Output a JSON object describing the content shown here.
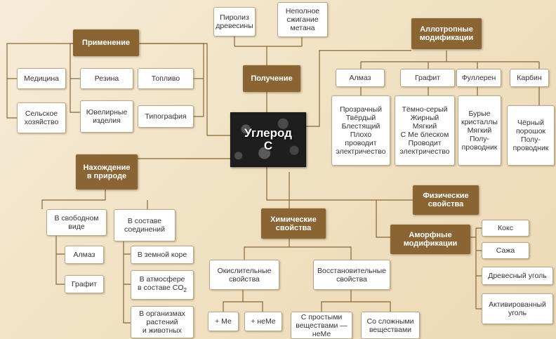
{
  "center": "Углерод\nC",
  "obtaining": {
    "title": "Получение",
    "pyrolysis": "Пиролиз\nдревесины",
    "combustion": "Неполное\nсжигание\nметана"
  },
  "application": {
    "title": "Применение",
    "medicine": "Медицина",
    "agriculture": "Сельское\nхозяйство",
    "rubber": "Резина",
    "fuel": "Топливо",
    "jewelry": "Ювелирные\nизделия",
    "printing": "Типография"
  },
  "allotropes": {
    "title": "Аллотропные\nмодификации",
    "diamond": "Алмаз",
    "graphite": "Графит",
    "fullerene": "Фуллерен",
    "carbyne": "Карбин",
    "diamond_props": "Прозрачный\nТвёрдый\nБлестящий\nПлохо\nпроводит\nэлектричество",
    "graphite_props": "Тёмно-серый\nЖирный\nМягкий\nС Ме блеском\nПроводит\nэлектричество",
    "fullerene_props": "Бурые\nкристаллы\nМягкий\nПолу-\nпроводник",
    "carbyne_props": "Чёрный\nпорошок\nПолу-\nпроводник"
  },
  "physical": {
    "title": "Физические\nсвойства"
  },
  "amorphous": {
    "title": "Аморфные\nмодификации",
    "coke": "Кокс",
    "soot": "Сажа",
    "charcoal": "Древесный уголь",
    "activated": "Активированный\nуголь"
  },
  "occurrence": {
    "title": "Нахождение\nв природе",
    "free": "В свободном\nвиде",
    "compounds": "В составе\nсоединений",
    "diamond": "Алмаз",
    "graphite": "Графит",
    "crust": "В земной коре",
    "atmosphere_prefix": "В атмосфере\nв составе CO",
    "atmosphere_sub": "2",
    "organisms": "В организмах\nрастений\nи животных"
  },
  "chemical": {
    "title": "Химические\nсвойства",
    "oxidizing": "Окислительные\nсвойства",
    "reducing": "Восстановительные\nсвойства",
    "plus_me": "+ Ме",
    "plus_neme": "+ неМе",
    "simple": "С простыми\nвеществами —\nнеМе",
    "complex": "Со сложными\nвеществами"
  }
}
